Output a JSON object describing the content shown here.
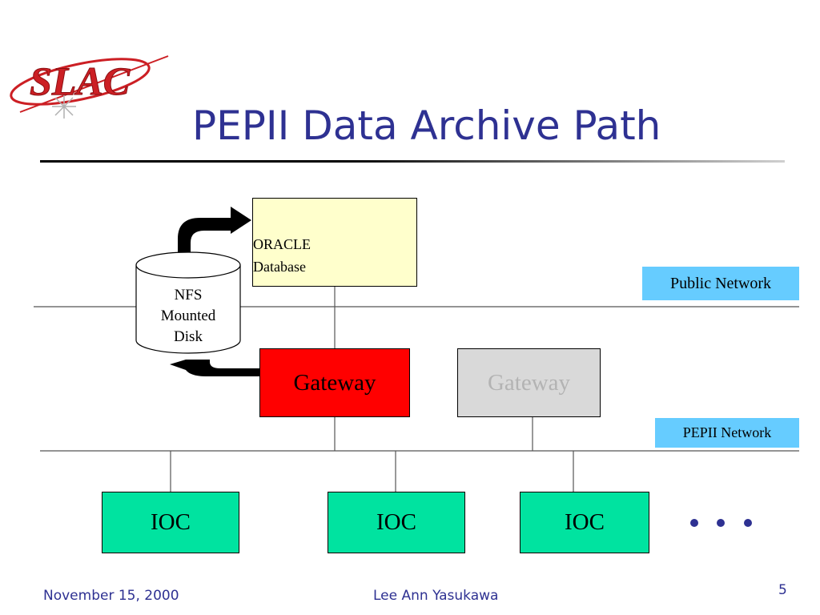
{
  "slide": {
    "title": "PEPII Data Archive Path",
    "logo_text": "SLAC",
    "page_number": "5"
  },
  "diagram": {
    "oracle_line1": "ORACLE",
    "oracle_line2": "Database",
    "disk_line1": "NFS",
    "disk_line2": "Mounted",
    "disk_line3": "Disk",
    "gateway_active": "Gateway",
    "gateway_inactive": "Gateway",
    "public_network": "Public Network",
    "pepii_network": "PEPII Network",
    "ioc_1": "IOC",
    "ioc_2": "IOC",
    "ioc_3": "IOC",
    "colors": {
      "title": "#2e3192",
      "oracle_fill": "#ffffcc",
      "gateway_active_fill": "#ff0000",
      "gateway_inactive_fill": "#d9d9d9",
      "ioc_fill": "#00e3a0",
      "network_label_fill": "#66ccff",
      "logo_red": "#cc1f24"
    }
  },
  "footer": {
    "date": "November 15, 2000",
    "author": "Lee Ann Yasukawa"
  }
}
